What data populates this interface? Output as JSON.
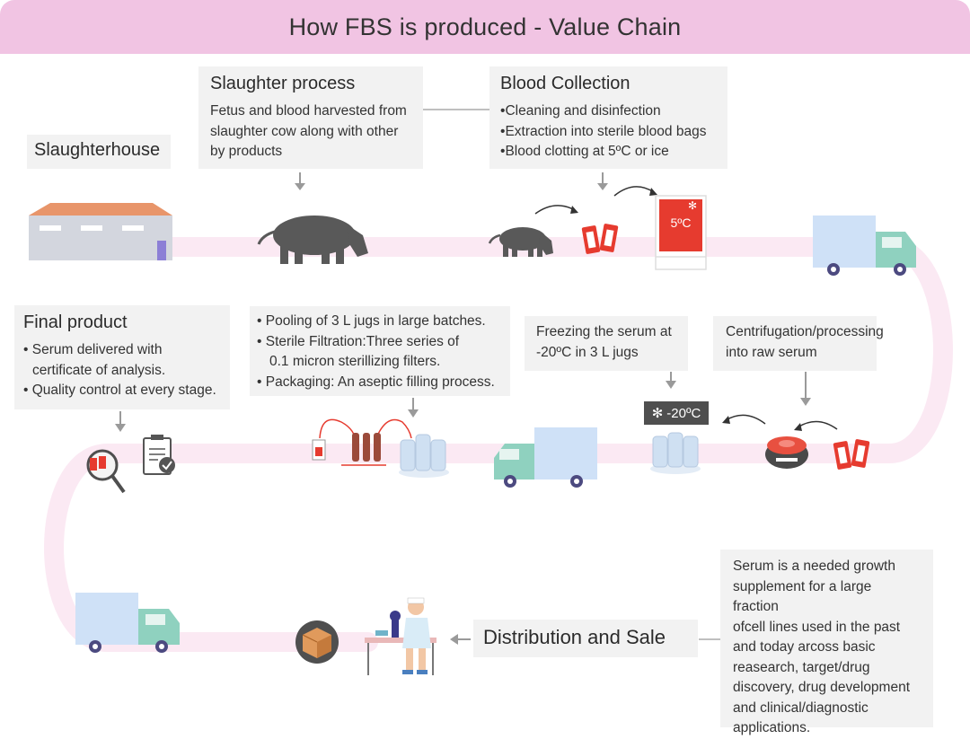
{
  "title": "How FBS is produced - Value Chain",
  "slaughterhouse": {
    "label": "Slaughterhouse"
  },
  "slaughter_process": {
    "title": "Slaughter process",
    "lines": [
      "Fetus and blood harvested from",
      "slaughter cow along with other",
      "by products"
    ]
  },
  "blood_collection": {
    "title": "Blood Collection",
    "items": [
      "Cleaning and disinfection",
      "Extraction into sterile blood bags",
      "Blood clotting at 5ºC or ice"
    ]
  },
  "fridge": {
    "temp": "5ºC"
  },
  "final_product": {
    "title": "Final product",
    "items": [
      "Serum delivered with",
      "certificate of analysis.",
      "Quality control at every stage."
    ]
  },
  "processing": {
    "items": [
      "Pooling of 3 L jugs in large batches.",
      "Sterile Filtration:Three series of",
      "0.1 micron sterillizing filters.",
      "Packaging: An aseptic filling process."
    ]
  },
  "freezing": {
    "lines": [
      "Freezing the serum at",
      "-20ºC in 3 L jugs"
    ]
  },
  "centrifugation": {
    "lines": [
      "Centrifugation/processing",
      "into raw serum"
    ]
  },
  "freezer_badge": {
    "temp": "-20ºC"
  },
  "distribution": {
    "label": "Distribution and Sale"
  },
  "serum_info": {
    "lines": [
      "Serum is a needed growth",
      "supplement for a large fraction",
      "ofcell lines used in the past",
      "and today arcoss basic",
      "reasearch, target/drug",
      "discovery, drug development",
      "and clinical/diagnostic",
      "applications."
    ]
  },
  "colors": {
    "header": "#f1c4e3",
    "track": "#fbe9f3",
    "box": "#f2f2f2",
    "truck_body": "#cfe1f7",
    "truck_cab": "#8fd1bf",
    "bag_red": "#e63b2f",
    "cow": "#595959"
  }
}
